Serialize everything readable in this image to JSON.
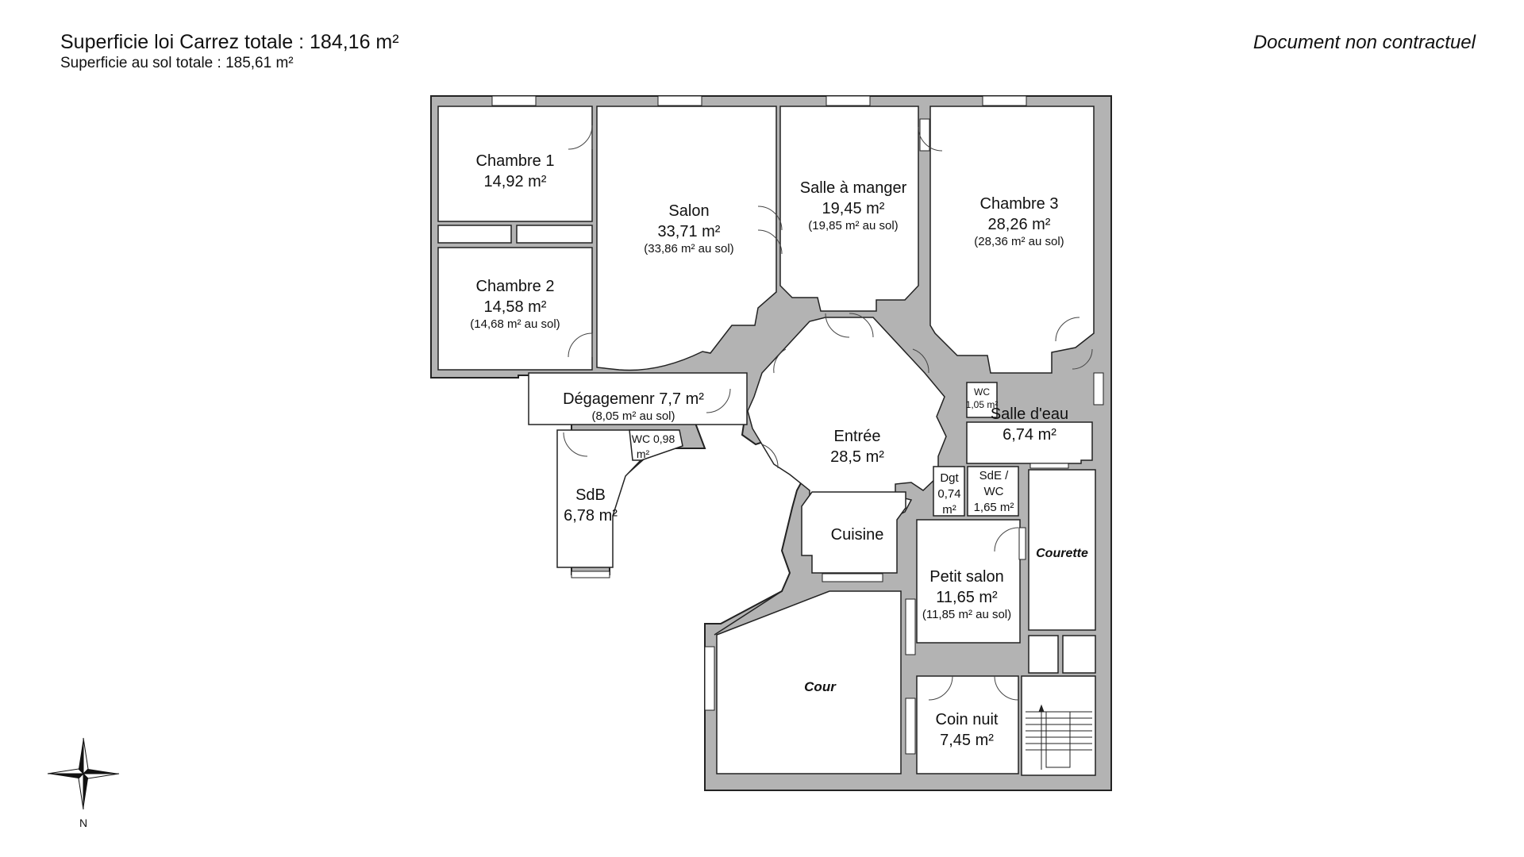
{
  "header": {
    "carrez_total": "Superficie loi Carrez totale : 184,16 m²",
    "ground_total": "Superficie au sol totale : 185,61 m²",
    "disclaimer": "Document non contractuel"
  },
  "rooms": {
    "chambre1": {
      "name": "Chambre 1",
      "area": "14,92 m²"
    },
    "chambre2": {
      "name": "Chambre 2",
      "area": "14,58 m²",
      "sol": "(14,68 m² au sol)"
    },
    "salon": {
      "name": "Salon",
      "area": "33,71 m²",
      "sol": "(33,86 m² au sol)"
    },
    "salle_manger": {
      "name": "Salle à manger",
      "area": "19,45 m²",
      "sol": "(19,85 m² au sol)"
    },
    "chambre3": {
      "name": "Chambre 3",
      "area": "28,26 m²",
      "sol": "(28,36 m² au sol)"
    },
    "degagement": {
      "name": "Dégagemenr 7,7 m²",
      "sol": "(8,05 m² au sol)"
    },
    "wc1": {
      "line1": "WC 0,98",
      "line2": "m²"
    },
    "wc2": {
      "line1": "WC",
      "line2": "1,05 m²"
    },
    "salle_eau": {
      "name": "Salle d'eau",
      "area": "6,74 m²"
    },
    "entree": {
      "name": "Entrée",
      "area": "28,5 m²"
    },
    "sdb": {
      "name": "SdB",
      "area": "6,78 m²"
    },
    "dgt": {
      "line1": "Dgt",
      "line2": "0,74",
      "line3": "m²"
    },
    "sde_wc": {
      "line1": "SdE /",
      "line2": "WC",
      "line3": "1,65 m²"
    },
    "cuisine": {
      "name": "Cuisine"
    },
    "courette": {
      "name": "Courette"
    },
    "petit_salon": {
      "name": "Petit salon",
      "area": "11,65 m²",
      "sol": "(11,85 m² au sol)"
    },
    "cour": {
      "name": "Cour"
    },
    "coin_nuit": {
      "name": "Coin nuit",
      "area": "7,45 m²"
    }
  },
  "compass": {
    "north": "N"
  }
}
